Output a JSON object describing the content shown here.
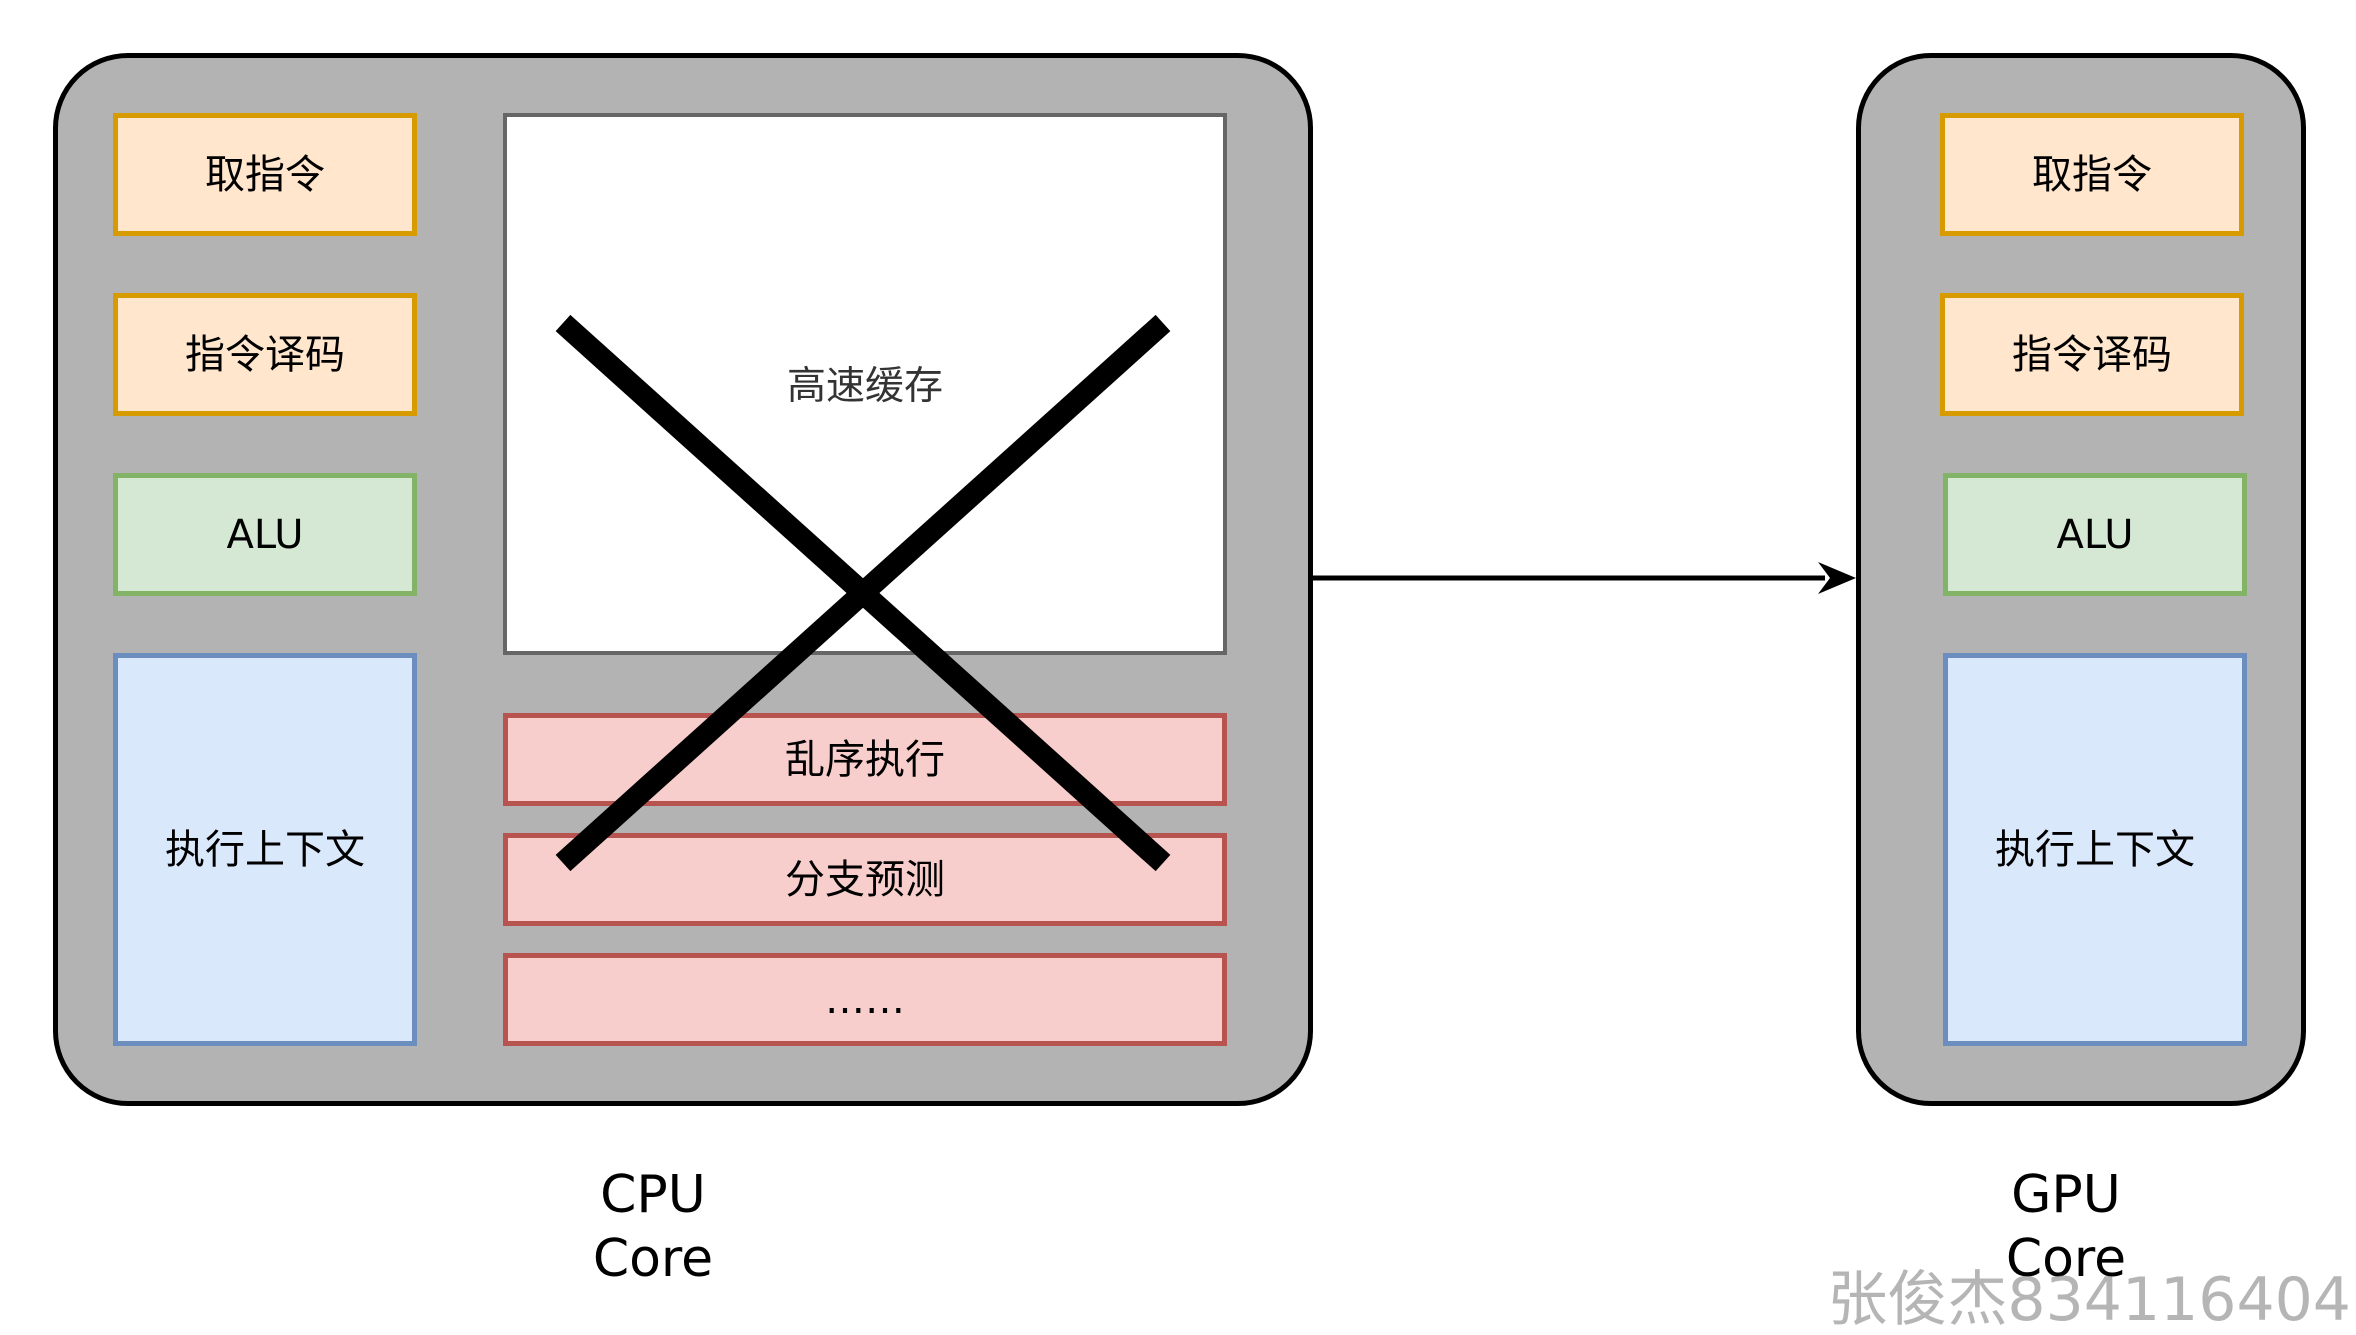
{
  "cpu": {
    "fetch": "取指令",
    "decode": "指令译码",
    "alu": "ALU",
    "context": "执行上下文",
    "cache": "高速缓存",
    "out_of_order": "乱序执行",
    "branch_prediction": "分支预测",
    "more": "……",
    "label_line1": "CPU",
    "label_line2": "Core"
  },
  "gpu": {
    "fetch": "取指令",
    "decode": "指令译码",
    "alu": "ALU",
    "context": "执行上下文",
    "label_line1": "GPU",
    "label_line2": "Core"
  },
  "watermark": "张俊杰834116404",
  "colors": {
    "core_fill": "#b3b3b3",
    "orange_fill": "#ffe6cc",
    "orange_stroke": "#d79b00",
    "green_fill": "#d5e8d4",
    "green_stroke": "#82b366",
    "blue_fill": "#dae8fc",
    "blue_stroke": "#6c8ebf",
    "red_fill": "#f8cecc",
    "red_stroke": "#b85450"
  }
}
